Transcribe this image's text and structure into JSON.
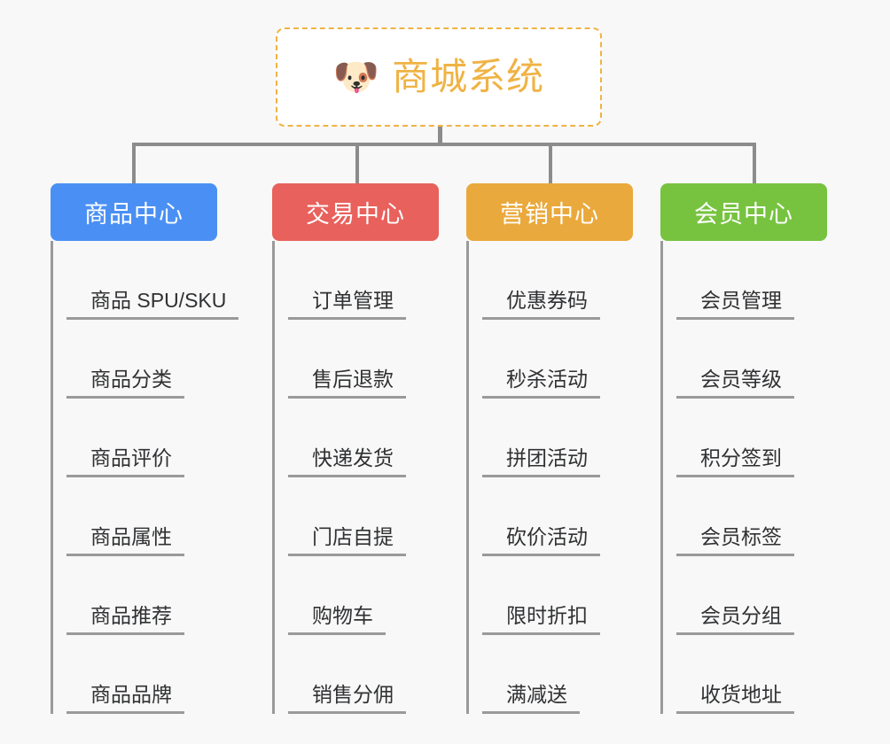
{
  "diagram": {
    "type": "org-chart",
    "background_color": "#f8f8f8",
    "root": {
      "icon": "dog-face-icon",
      "icon_glyph": "🐶",
      "title": "商城系统",
      "border_color": "#efb344",
      "text_color": "#efb344",
      "background_color": "#ffffff"
    },
    "connector_color": "#8c8c8c",
    "branches": [
      {
        "label": "商品中心",
        "color": "#4a90f4",
        "items": [
          "商品 SPU/SKU",
          "商品分类",
          "商品评价",
          "商品属性",
          "商品推荐",
          "商品品牌"
        ]
      },
      {
        "label": "交易中心",
        "color": "#e8615c",
        "items": [
          "订单管理",
          "售后退款",
          "快递发货",
          "门店自提",
          "购物车",
          "销售分佣"
        ]
      },
      {
        "label": "营销中心",
        "color": "#eaa93c",
        "items": [
          "优惠券码",
          "秒杀活动",
          "拼团活动",
          "砍价活动",
          "限时折扣",
          "满减送"
        ]
      },
      {
        "label": "会员中心",
        "color": "#77c340",
        "items": [
          "会员管理",
          "会员等级",
          "积分签到",
          "会员标签",
          "会员分组",
          "收货地址"
        ]
      }
    ]
  }
}
